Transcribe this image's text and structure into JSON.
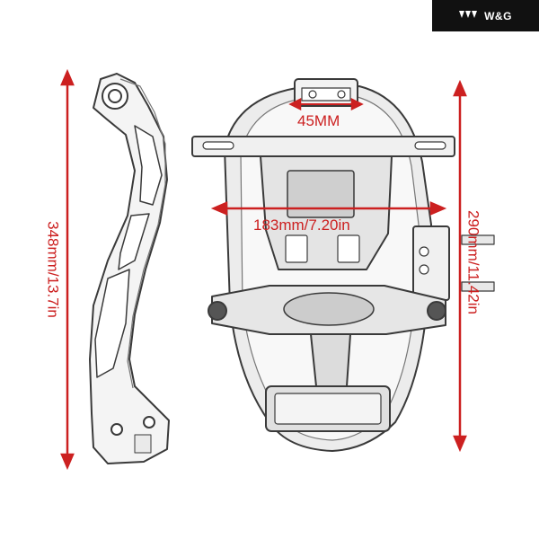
{
  "brand": {
    "name": "W&G",
    "colors": {
      "bg": "#111111",
      "fg": "#ffffff"
    }
  },
  "dimensions": {
    "bracket_height": "348mm/13.7in",
    "mount_width": "183mm/7.20in",
    "mount_height": "290mm/11.42in",
    "slot_width": "45MM"
  },
  "colors": {
    "dimension": "#cc2020",
    "sketch": "#3a3a3a"
  },
  "icons": {
    "logo_mark": "triangle-wing-icon"
  }
}
